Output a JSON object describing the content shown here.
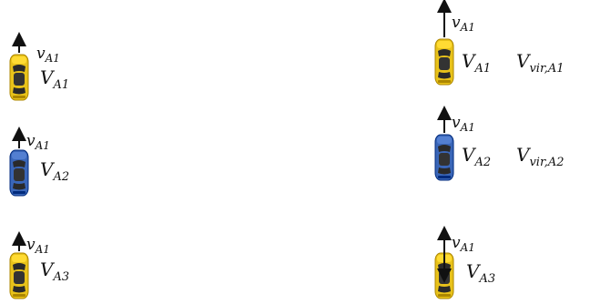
{
  "colors": {
    "yellow_car": "#E8C21A",
    "blue_car": "#3A66B8",
    "arrow": "#111111"
  },
  "diagram": {
    "left_column": [
      {
        "car_color": "yellow",
        "velocity_label": {
          "main": "v",
          "sub": "A1"
        },
        "vehicle_label": {
          "main": "V",
          "sub": "A1"
        }
      },
      {
        "car_color": "blue",
        "velocity_label": {
          "main": "v",
          "sub": "A1"
        },
        "vehicle_label": {
          "main": "V",
          "sub": "A2"
        }
      },
      {
        "car_color": "yellow",
        "velocity_label": {
          "main": "v",
          "sub": "A1"
        },
        "vehicle_label": {
          "main": "V",
          "sub": "A3"
        }
      }
    ],
    "right_column": [
      {
        "car_color": "yellow",
        "velocity_label": {
          "main": "v",
          "sub": "A1"
        },
        "vehicle_label": {
          "main": "V",
          "sub": "A1"
        },
        "virtual_label": {
          "main": "V",
          "sub": "vir,A1"
        }
      },
      {
        "car_color": "blue",
        "velocity_label": {
          "main": "v",
          "sub": "A1"
        },
        "vehicle_label": {
          "main": "V",
          "sub": "A2"
        },
        "virtual_label": {
          "main": "V",
          "sub": "vir,A2"
        }
      },
      {
        "car_color": "yellow",
        "velocity_label": {
          "main": "v",
          "sub": "A1"
        },
        "vehicle_label": {
          "main": "V",
          "sub": "A3"
        }
      }
    ]
  }
}
